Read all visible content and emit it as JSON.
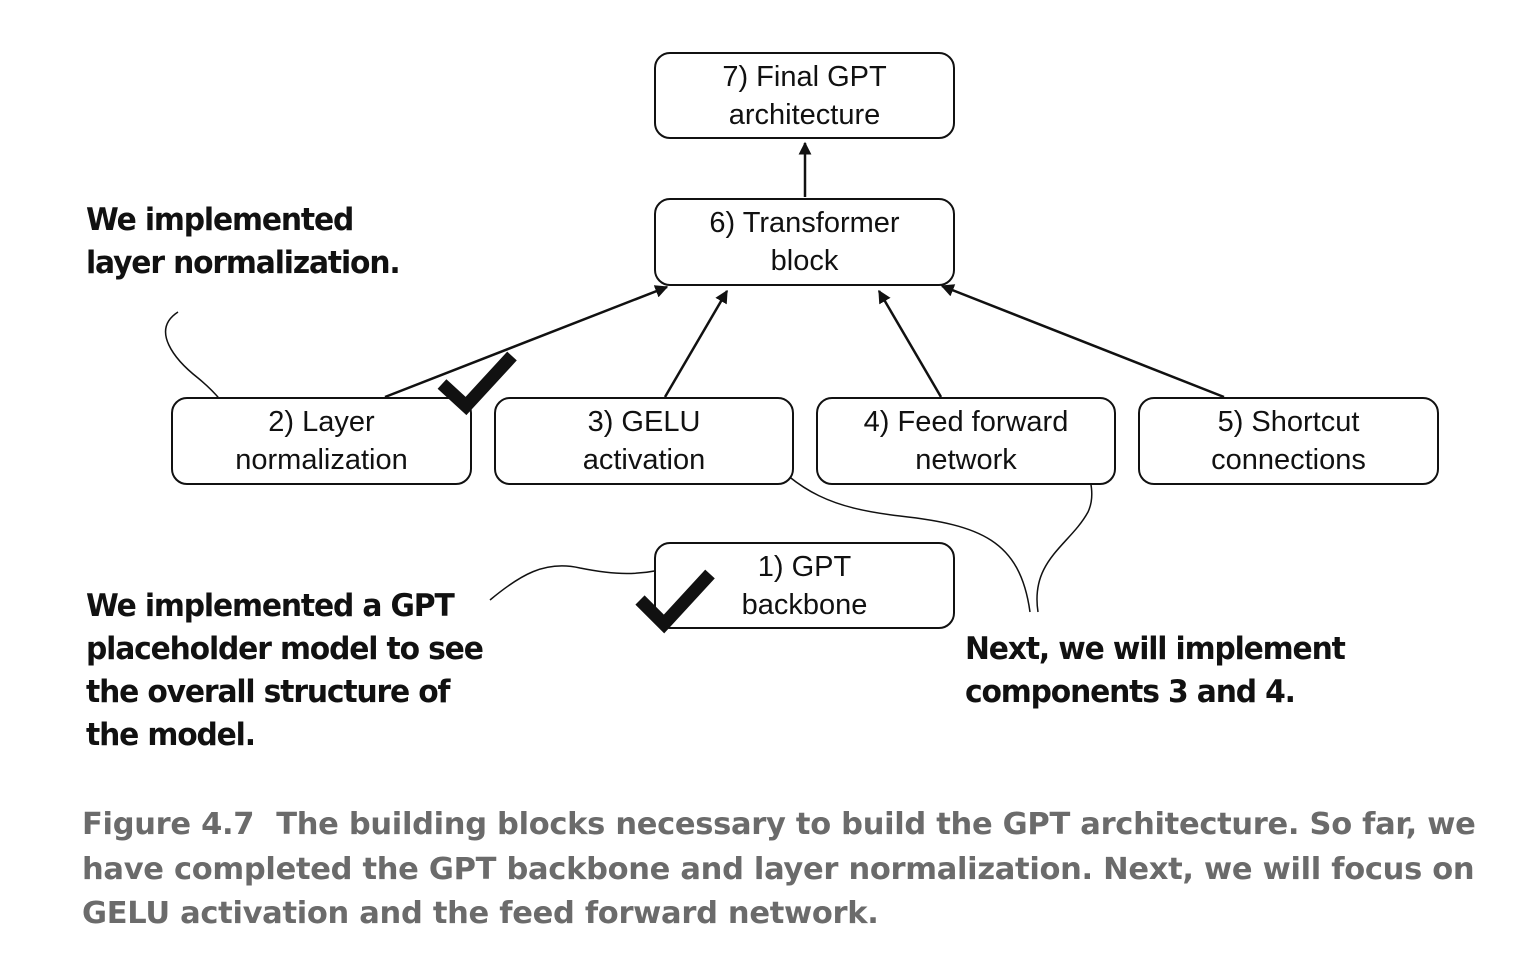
{
  "nodes": {
    "n1": "1) GPT\nbackbone",
    "n2": "2) Layer\nnormalization",
    "n3": "3) GELU\nactivation",
    "n4": "4) Feed forward\nnetwork",
    "n5": "5) Shortcut\nconnections",
    "n6": "6) Transformer\nblock",
    "n7": "7) Final GPT\narchitecture"
  },
  "annotations": {
    "layer_norm_done": "We implemented\nlayer normalization.",
    "backbone_done": "We implemented a GPT\nplaceholder model to see\nthe overall structure of\nthe model.",
    "next_steps": "Next, we will implement\ncomponents 3 and 4."
  },
  "caption": {
    "label": "Figure 4.7",
    "text": "The building blocks necessary to build the GPT architecture. So far, we have completed the GPT backbone and layer normalization. Next, we will focus on GELU activation and the feed forward network."
  },
  "colors": {
    "ink": "#111111",
    "caption": "#6b6b6b"
  },
  "icons": {
    "completed": "checkmark-icon"
  }
}
